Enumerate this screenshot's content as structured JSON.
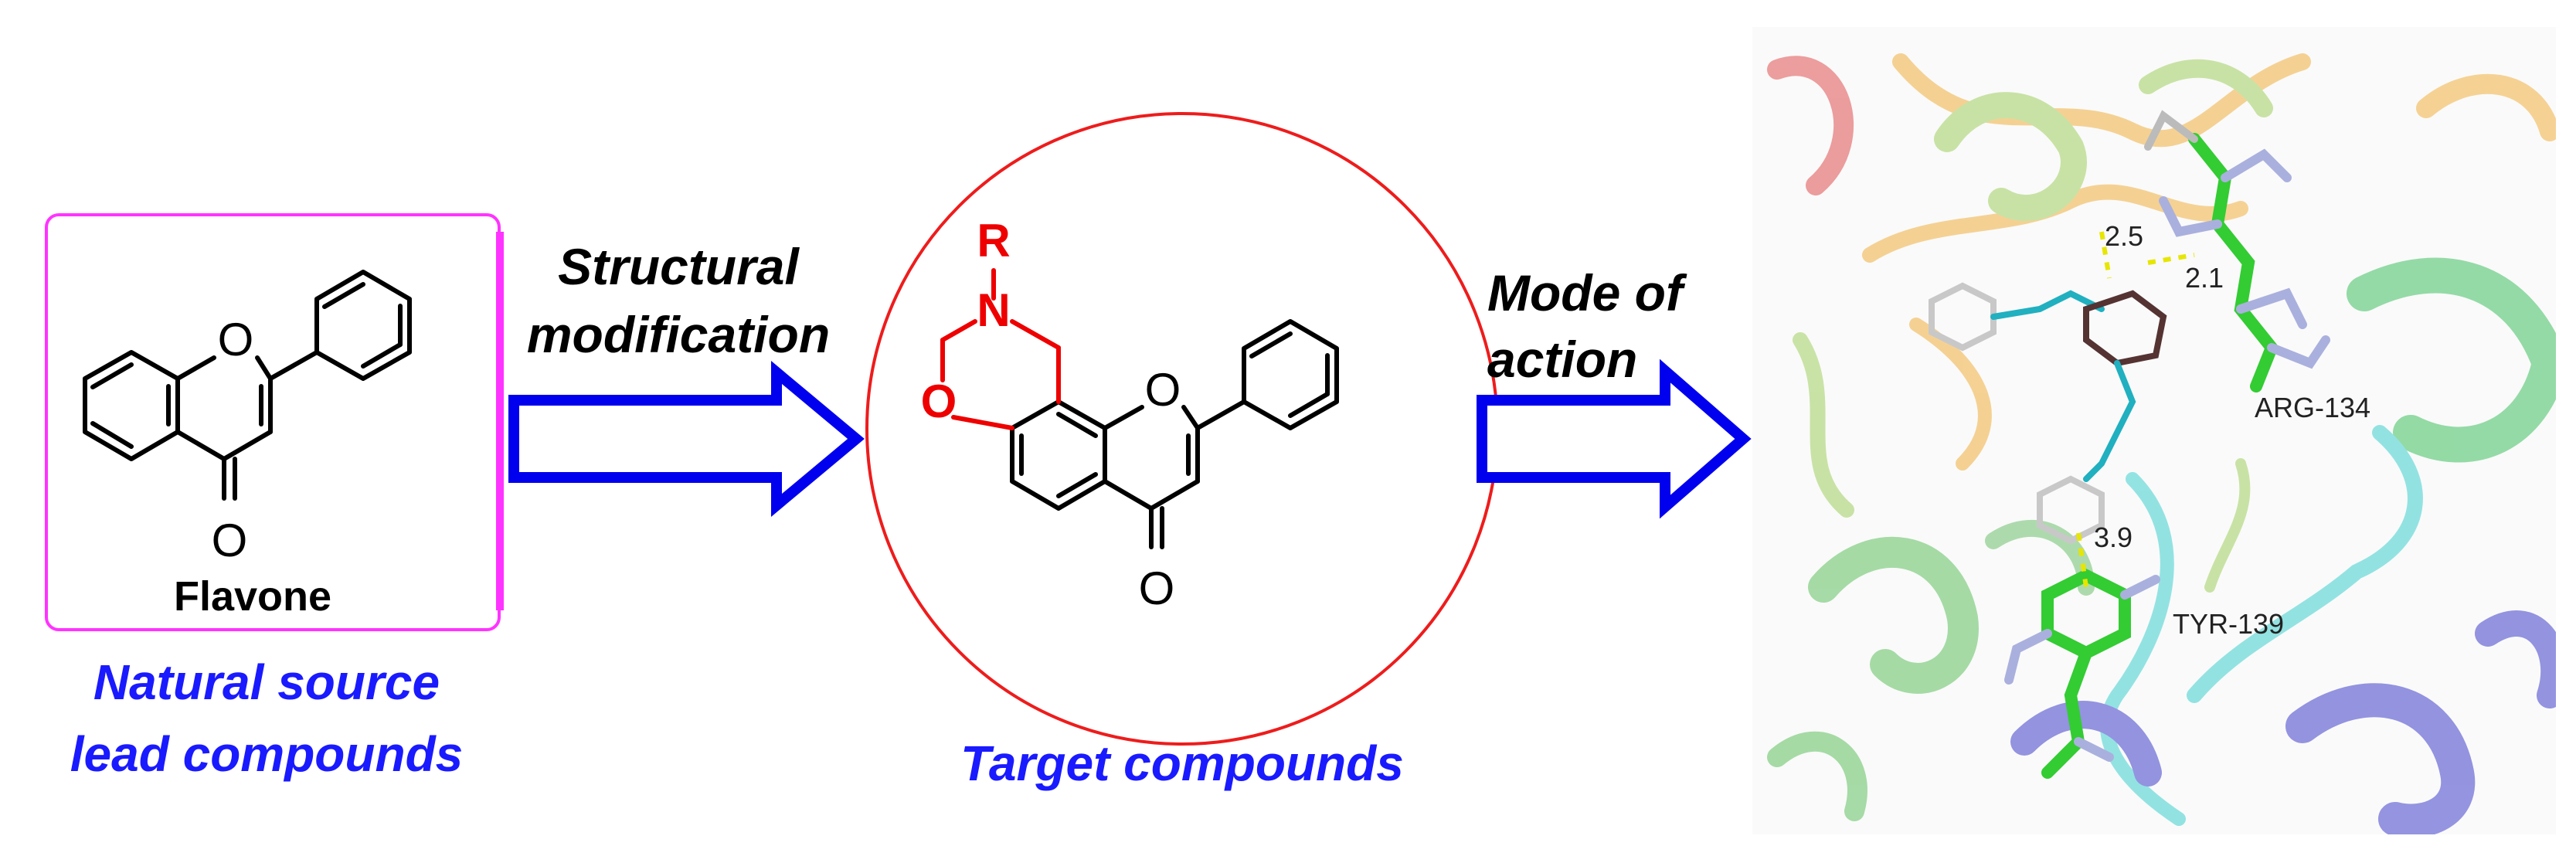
{
  "lead": {
    "compound_name": "Flavone",
    "caption_line1": "Natural source",
    "caption_line2": "lead compounds",
    "atoms": {
      "ring_oxygen": "O",
      "carbonyl_oxygen": "O"
    }
  },
  "arrow1": {
    "label_line1": "Structural",
    "label_line2": "modification"
  },
  "target": {
    "caption": "Target compounds",
    "atoms": {
      "substituent": "R",
      "nitrogen": "N",
      "oxazine_oxygen": "O",
      "ring_oxygen": "O",
      "carbonyl_oxygen": "O"
    }
  },
  "arrow2": {
    "label_line1": "Mode of",
    "label_line2": "action"
  },
  "docking": {
    "distances": [
      "2.5",
      "2.1",
      "3.9"
    ],
    "residues": [
      "ARG-134",
      "TYR-139"
    ]
  },
  "colors": {
    "caption_blue": "#1a1aff",
    "arrow_blue": "#0000ee",
    "frame_magenta": "#ff33ff",
    "circle_red": "#ee1c1c",
    "ring_red": "#ee0000",
    "residue_green": "#33cc33",
    "hbond_yellow": "#e6e600"
  }
}
